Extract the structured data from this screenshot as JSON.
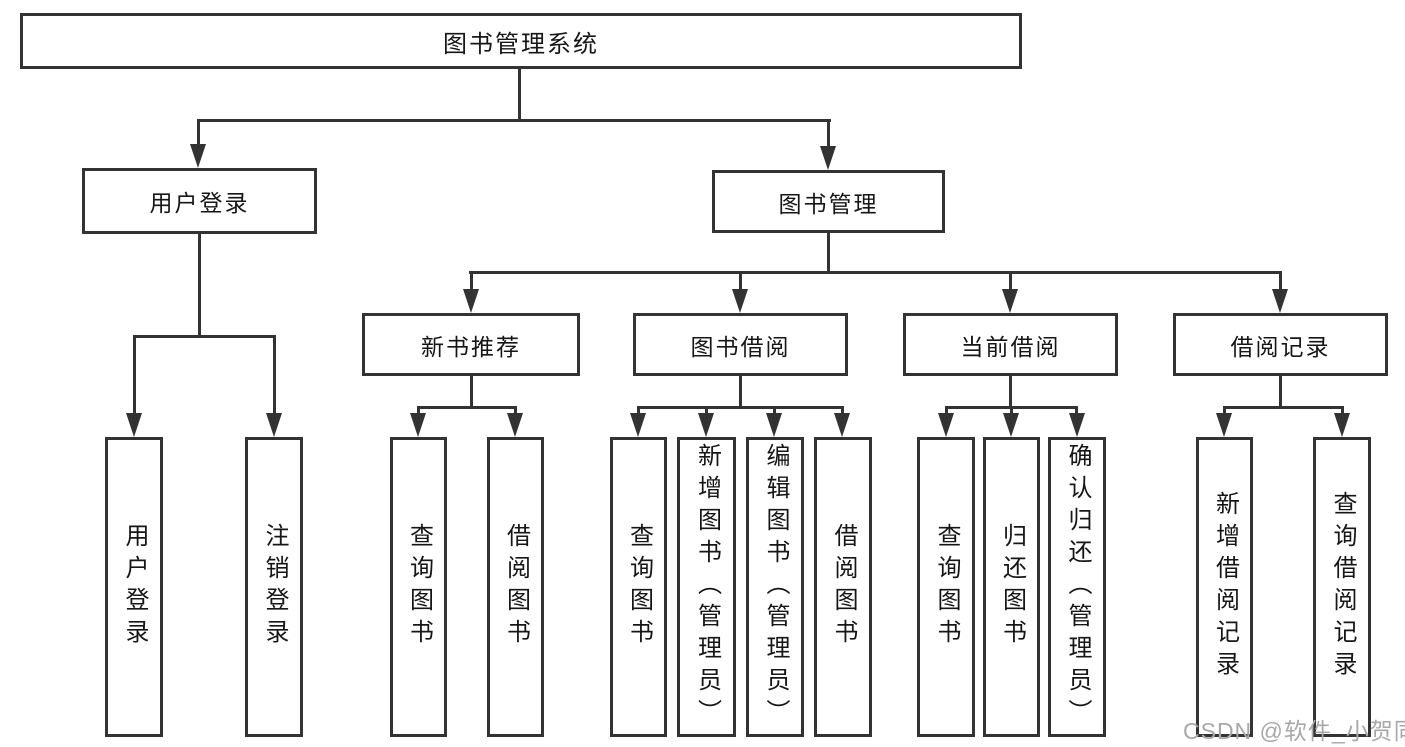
{
  "diagram": {
    "type": "hierarchy-tree",
    "root": {
      "label": "图书管理系统",
      "children": [
        {
          "label": "用户登录",
          "children": [
            {
              "label": "用户登录"
            },
            {
              "label": "注销登录"
            }
          ]
        },
        {
          "label": "图书管理",
          "children": [
            {
              "label": "新书推荐",
              "children": [
                {
                  "label": "查询图书"
                },
                {
                  "label": "借阅图书"
                }
              ]
            },
            {
              "label": "图书借阅",
              "children": [
                {
                  "label": "查询图书"
                },
                {
                  "label": "新增图书（管理员）"
                },
                {
                  "label": "编辑图书（管理员）"
                },
                {
                  "label": "借阅图书"
                }
              ]
            },
            {
              "label": "当前借阅",
              "children": [
                {
                  "label": "查询图书"
                },
                {
                  "label": "归还图书"
                },
                {
                  "label": "确认归还（管理员）"
                }
              ]
            },
            {
              "label": "借阅记录",
              "children": [
                {
                  "label": "新增借阅记录"
                },
                {
                  "label": "查询借阅记录"
                }
              ]
            }
          ]
        }
      ]
    }
  },
  "watermark": {
    "text": "CSDN @软件_小贺同学"
  },
  "colors": {
    "line": "#333333",
    "text": "#161616",
    "background": "#ffffff",
    "watermark": "#a8a8a8"
  }
}
